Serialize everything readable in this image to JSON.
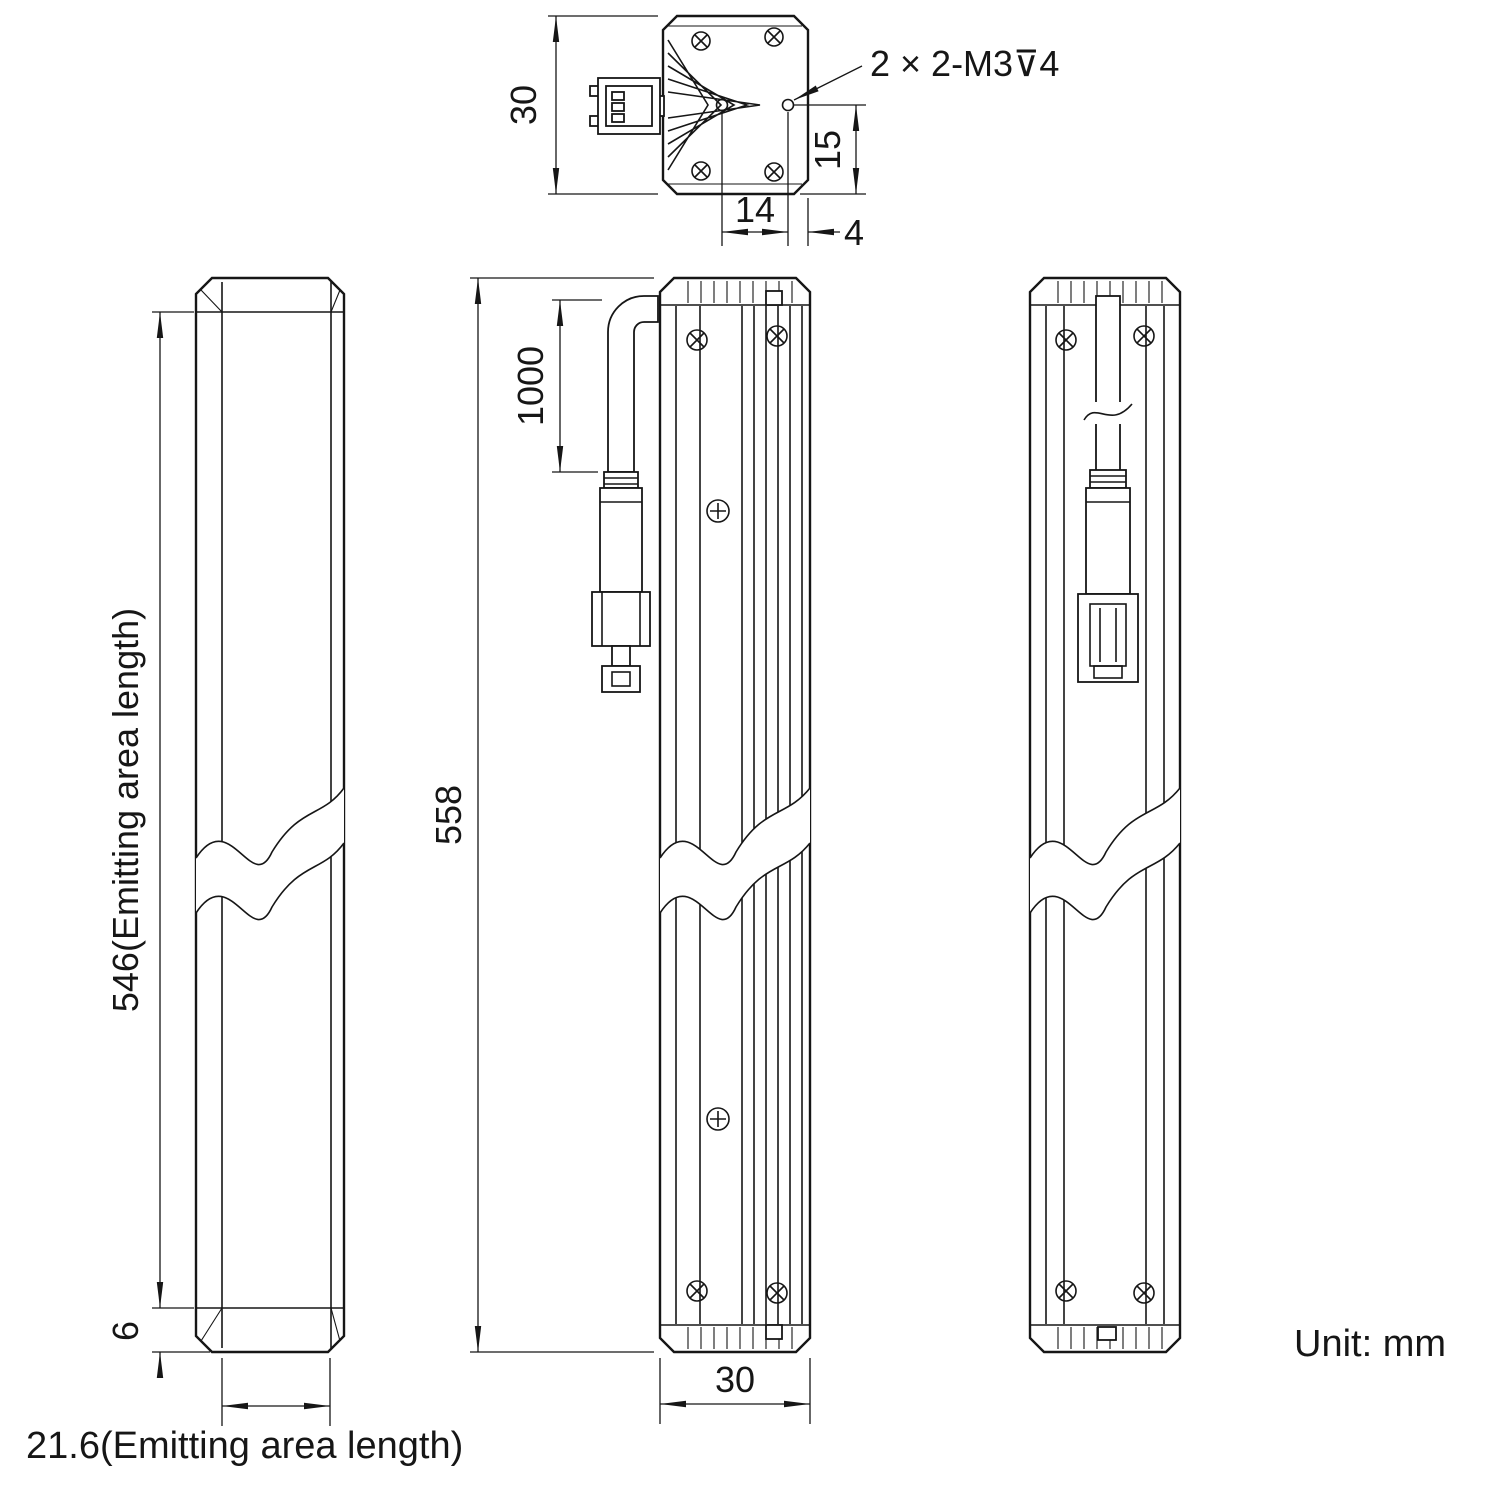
{
  "meta": {
    "unit_note": "Unit: mm"
  },
  "top_view": {
    "dim_depth": "30",
    "hole_callout": "2 × 2-M3⊽4",
    "dim_hole_offset_v": "15",
    "dim_hole_offset_h": "14",
    "dim_edge_offset": "4"
  },
  "front_view": {
    "dim_emitting_length": "546(Emitting area length)",
    "dim_end": "6",
    "dim_emitting_width": "21.6(Emitting area length)"
  },
  "side_view": {
    "dim_cable_length": "1000",
    "dim_total_length": "558",
    "dim_width": "30"
  }
}
